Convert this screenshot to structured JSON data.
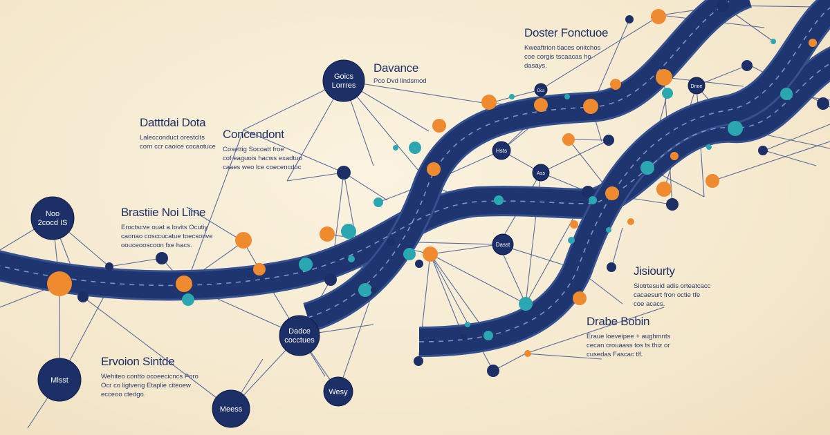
{
  "colors": {
    "background": "#f4e7cb",
    "road": "#1f3570",
    "road_edge": "#35508f",
    "lane_dash": "#7f93bf",
    "line": "#3d5490",
    "node_navy": "#1c2f66",
    "node_orange": "#f08a2e",
    "node_teal": "#2aa7b0"
  },
  "labels": [
    {
      "title": "Doster Fonctuoe",
      "body": [
        "Kweaftrion tlaces onitchos",
        "coe corgis tscaacas ho",
        "dasays."
      ]
    },
    {
      "title": "Davance",
      "body": [
        "Pco Dvd lindsmod"
      ]
    },
    {
      "title": "Datttdai Dota",
      "body": [
        "Lalecconduct orestclts",
        "corn ccr caoice cocaotuce"
      ]
    },
    {
      "title": "Concendont",
      "body": [
        "Cosettig Socoatt froe",
        "cof eaguois hacws exadtuo",
        "caaes weo lce coecencdoc"
      ]
    },
    {
      "title": "Brastiie Noi Liine",
      "body": [
        "Eroctscve ouat a Iovits Ocutiy",
        "caonao cosccucatue toecsonve",
        "oouceooscoon fxe hacs."
      ]
    },
    {
      "title": "Jisiourty",
      "body": [
        "Siotrtesuid adis orteatcacc",
        "cacaesurt fron octie tfe",
        "coe  acacs."
      ]
    },
    {
      "title": "Drabe Bobin",
      "body": [
        "Eraue loeveipee + aughmnts",
        "cecan crouaass tos ts thiz or",
        "cusedas Fascac tlf."
      ]
    },
    {
      "title": "Ervoion Sintde",
      "body": [
        "Wehiteo contto ocoeecicncs Poro",
        "Ocr co ligtveng Etaplie citeoew",
        "ecceoo ctedgo."
      ]
    }
  ],
  "nodes": [
    {
      "text": [
        "Goics",
        "Lorrres"
      ]
    },
    {
      "text": [
        "Noo",
        "2cocd IS"
      ]
    },
    {
      "text": [
        "Dadce",
        "cocctues"
      ]
    },
    {
      "text": [
        "Mlsst"
      ]
    },
    {
      "text": [
        "Meess"
      ]
    },
    {
      "text": [
        "Wesy"
      ]
    },
    {
      "text": [
        "Dasst"
      ]
    },
    {
      "text": [
        "Hsts"
      ]
    },
    {
      "text": [
        "Ass"
      ]
    },
    {
      "text": [
        "Dnoe"
      ]
    },
    {
      "text": [
        "Dcs"
      ]
    }
  ]
}
